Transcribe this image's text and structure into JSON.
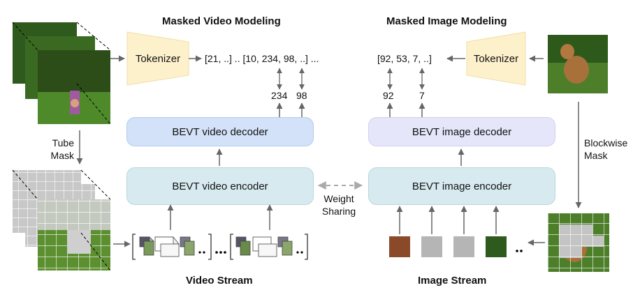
{
  "top": {
    "video_title": "Masked Video Modeling",
    "image_title": "Masked Image Modeling"
  },
  "video": {
    "tokenizer": "Tokenizer",
    "tokens": "[21, ..] .. [10, 234, 98, ..] ...",
    "targets": [
      "234",
      "98"
    ],
    "decoder": "BEVT video decoder",
    "encoder": "BEVT video encoder",
    "mask_label_1": "Tube",
    "mask_label_2": "Mask",
    "stream": "Video Stream"
  },
  "image": {
    "tokenizer": "Tokenizer",
    "tokens": "[92, 53, 7, ..]",
    "targets": [
      "92",
      "7"
    ],
    "decoder": "BEVT image decoder",
    "encoder": "BEVT image encoder",
    "mask_label_1": "Blockwise",
    "mask_label_2": "Mask",
    "stream": "Image Stream"
  },
  "shared": {
    "label_1": "Weight",
    "label_2": "Sharing"
  },
  "colors": {
    "encoder": "#d7eaf0",
    "video_decoder": "#d3e2f8",
    "image_decoder": "#e6e6fb",
    "tokenizer": "#fdf1cc",
    "arrow": "#666666",
    "dashed_arrow": "#aaaaaa"
  }
}
